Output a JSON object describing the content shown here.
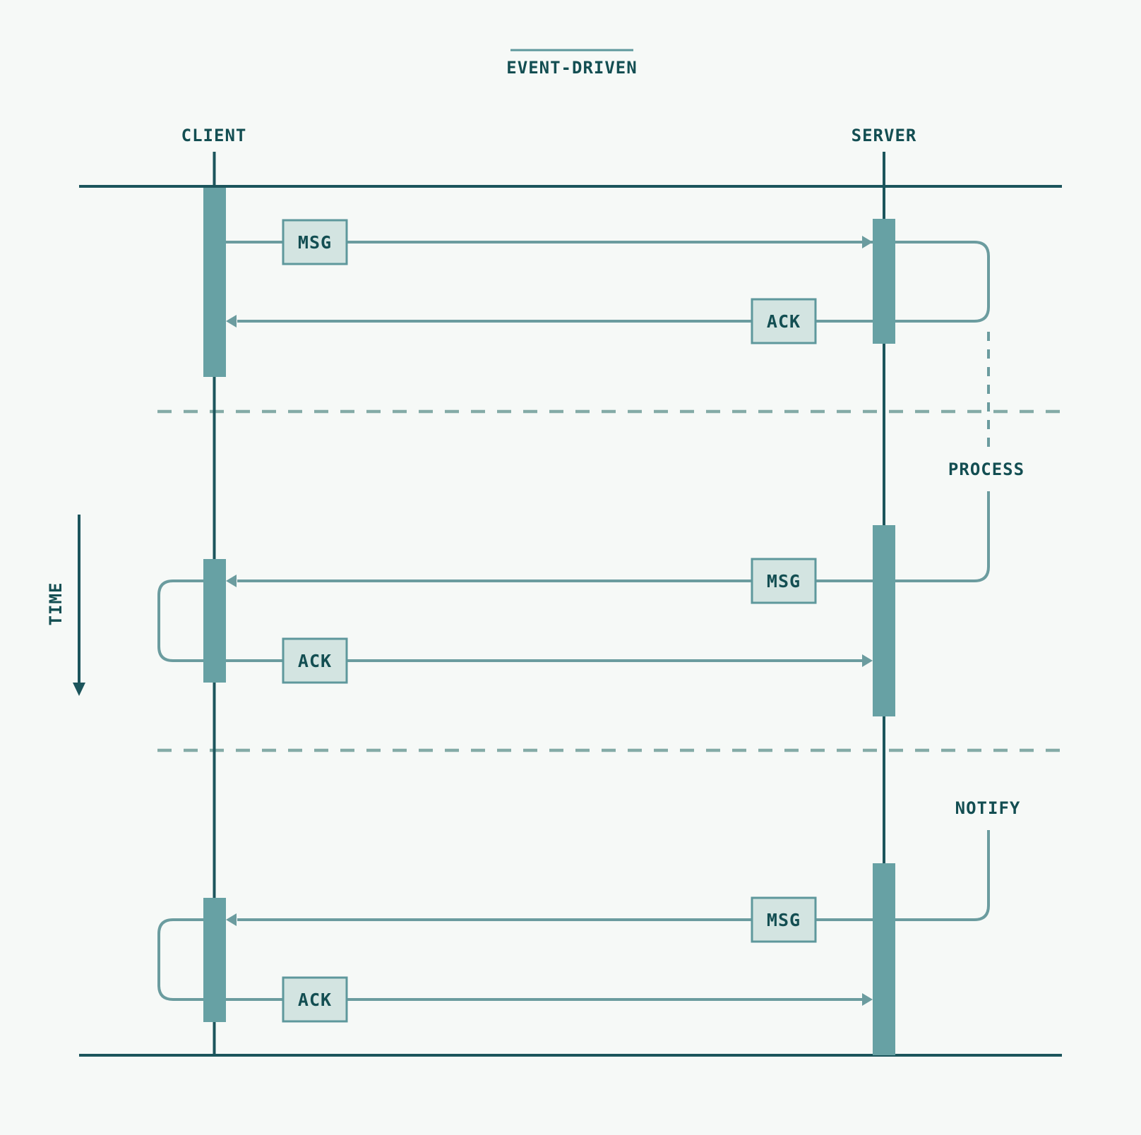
{
  "title": {
    "text": "EVENT-DRIVEN"
  },
  "participants": {
    "client": "CLIENT",
    "server": "SERVER"
  },
  "time_axis": {
    "label": "TIME"
  },
  "phases": {
    "process_label": "PROCESS",
    "notify_label": "NOTIFY"
  },
  "exchanges": [
    {
      "request": "MSG",
      "response": "ACK"
    },
    {
      "request": "MSG",
      "response": "ACK"
    },
    {
      "request": "MSG",
      "response": "ACK"
    }
  ],
  "colors": {
    "background": "#f6f9f7",
    "ink": "#134e52",
    "dark_line": "#1c555c",
    "light_line": "#6b9c9f",
    "activation_fill": "#67a1a4",
    "box_fill": "#d3e4e1",
    "box_border": "#5e989c",
    "separator": "#84aba7"
  }
}
